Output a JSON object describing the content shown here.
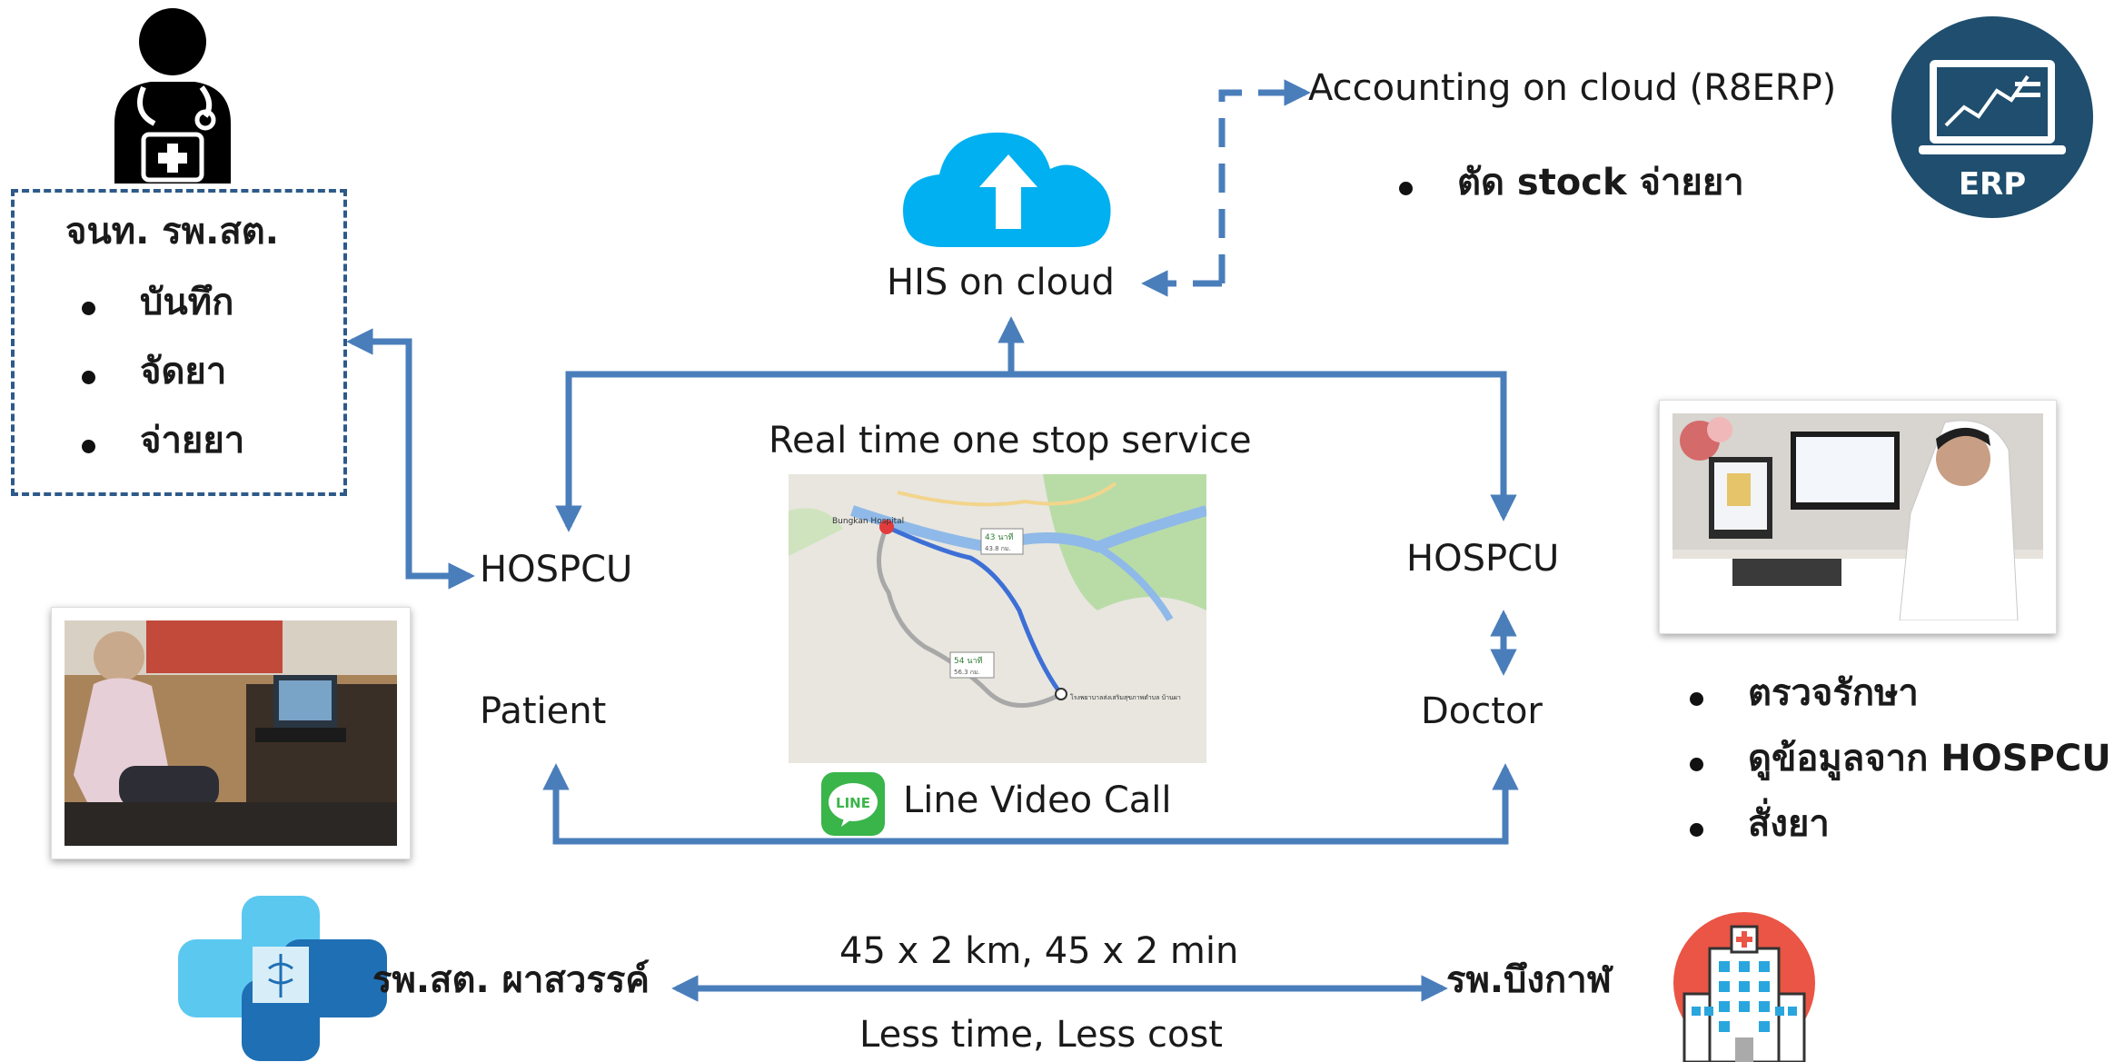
{
  "staff_box": {
    "title": "จนท. รพ.สต.",
    "items": [
      "บันทึก",
      "จัดยา",
      "จ่ายยา"
    ]
  },
  "cloud": {
    "label": "HIS on cloud"
  },
  "accounting": {
    "label": "Accounting on cloud (R8ERP)",
    "item": "ตัด stock จ่ายยา",
    "erp_badge": "ERP"
  },
  "center": {
    "service_label": "Real time one stop service",
    "video_call_label": "Line Video Call",
    "line_logo_text": "LINE",
    "map_labels": {
      "origin": "Bungkan Hospital",
      "route_a_time": "43 นาที",
      "route_a_dist": "43.8 กม.",
      "route_b_time": "54 นาที",
      "route_b_dist": "56.3 กม.",
      "destination": "โรงพยาบาลส่งเสริมสุขภาพตำบล บ้านผา"
    }
  },
  "left_node": {
    "hospcu": "HOSPCU",
    "role": "Patient"
  },
  "right_node": {
    "hospcu": "HOSPCU",
    "role": "Doctor"
  },
  "doctor_tasks": [
    "ตรวจรักษา",
    "ดูข้อมูลจาก HOSPCU",
    "สั่งยา"
  ],
  "bottom": {
    "left_facility": "รพ.สต. ผาสวรรค์",
    "right_facility": "รพ.บึงกาฬ",
    "distance_text": "45 x 2 km, 45 x 2  min",
    "benefit_text": "Less time, Less cost"
  },
  "colors": {
    "arrow": "#4a7ebb",
    "cloud": "#00b0f0",
    "erp_circle": "#1f4e6e",
    "line_green": "#3ab54a",
    "staff_box_border": "#2e5a8a",
    "hospital_circle": "#ea5545",
    "health_cross_light": "#5bc8f0",
    "health_cross_dark": "#1f6fb4"
  }
}
